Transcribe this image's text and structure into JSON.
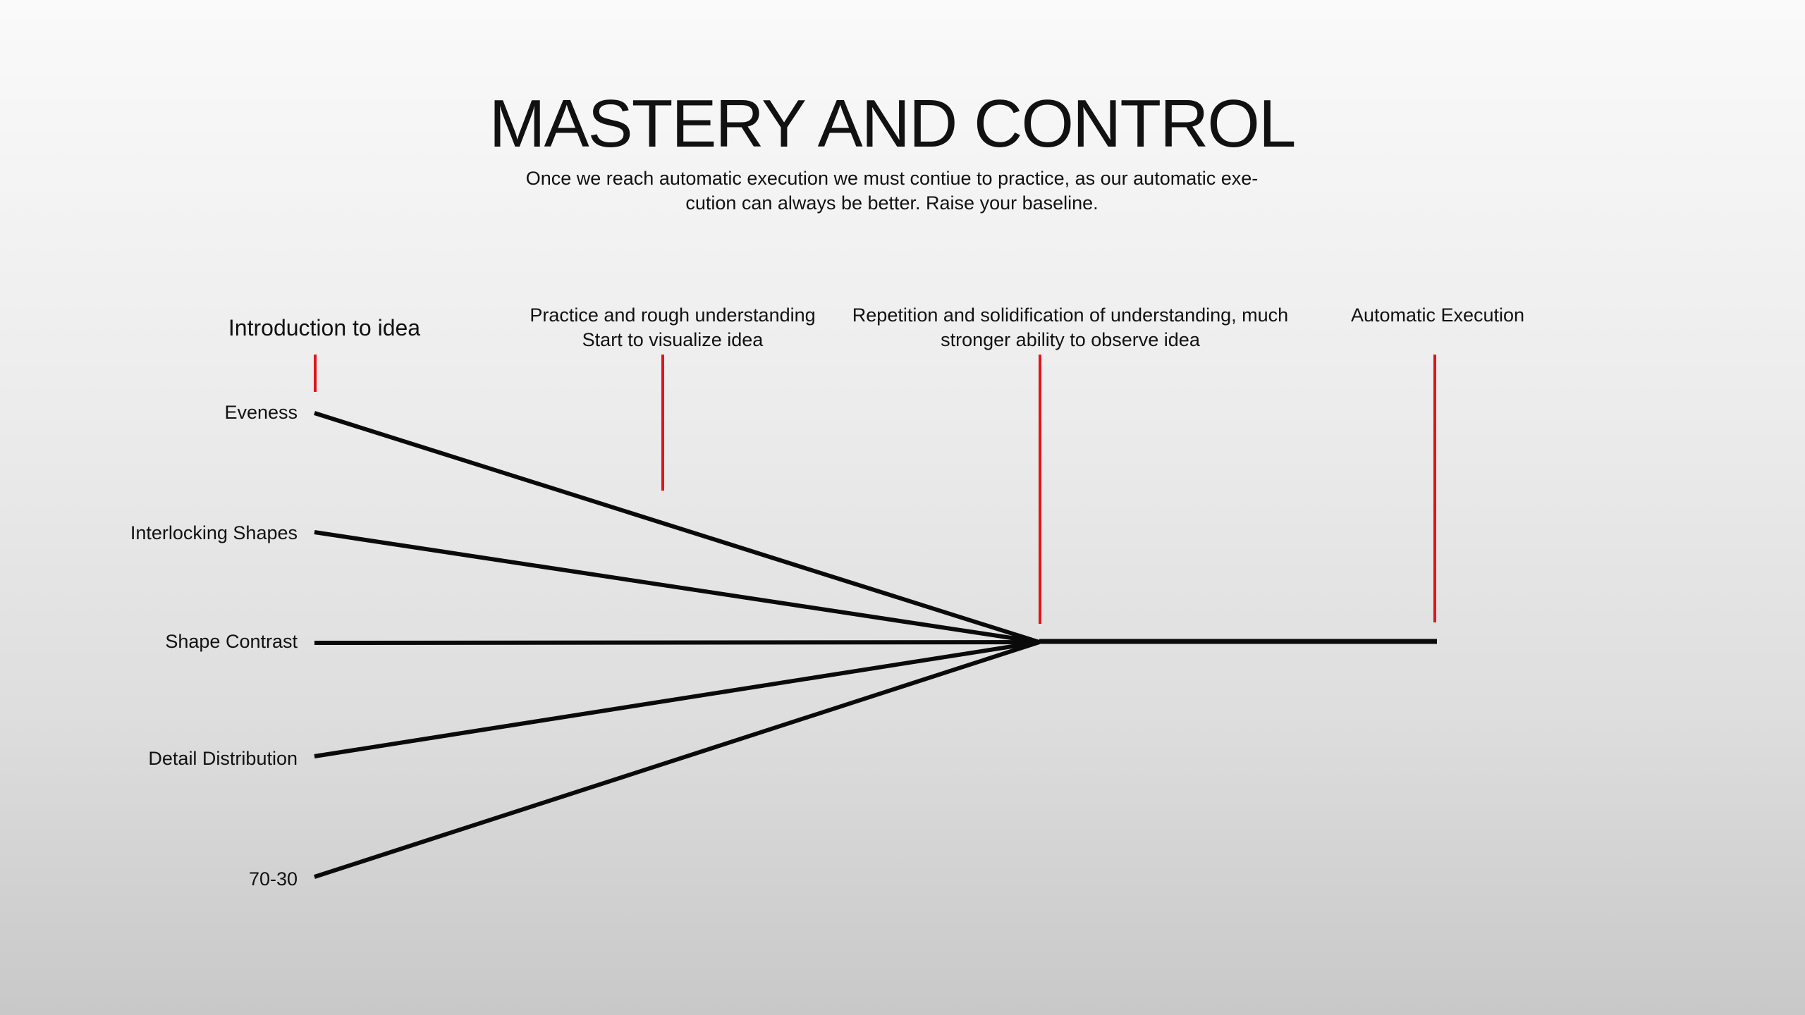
{
  "title": "MASTERY AND CONTROL",
  "subtitle": "Once we reach automatic execution we must contiue to practice, as our automatic exe-cution can always be better. Raise your baseline.",
  "subtitle_lines": [
    "Once we reach automatic execution we must contiue to practice, as our automatic exe-",
    "cution can always be better. Raise your baseline."
  ],
  "stages": [
    {
      "lines": [
        "Introduction to idea"
      ]
    },
    {
      "lines": [
        "Practice and rough understanding",
        "Start to visualize idea"
      ]
    },
    {
      "lines": [
        "Repetition and solidification of understanding, much",
        "stronger ability to observe idea"
      ]
    },
    {
      "lines": [
        "Automatic Execution"
      ]
    }
  ],
  "factors": [
    "Eveness",
    "Interlocking Shapes",
    "Shape Contrast",
    "Detail Distribution",
    "70-30"
  ],
  "colors": {
    "marker": "#e0141b",
    "line": "#0a0a0a",
    "text": "#111111"
  }
}
